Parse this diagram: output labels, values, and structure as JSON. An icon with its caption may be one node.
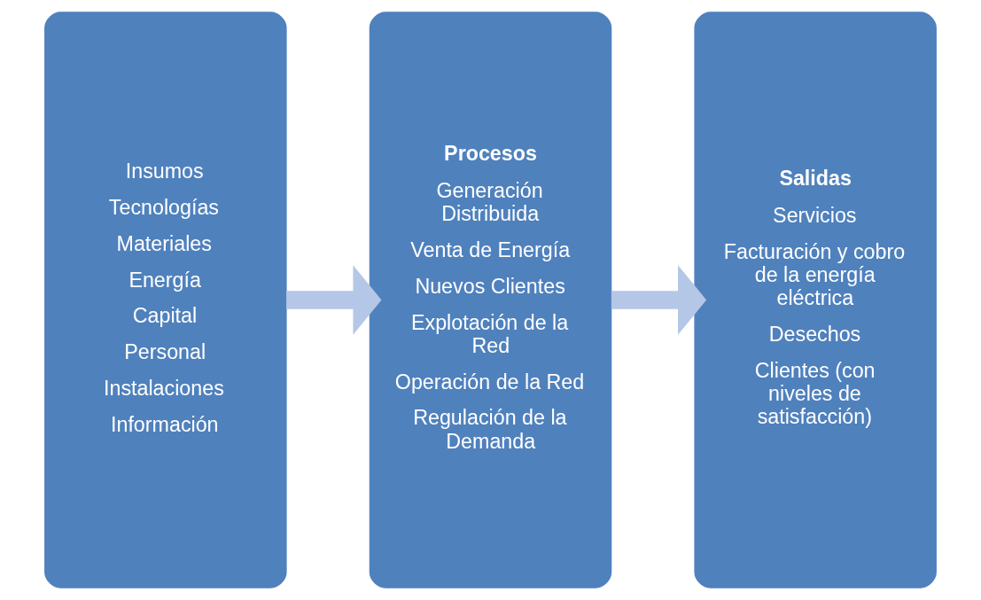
{
  "diagram": {
    "nodes": [
      {
        "text": [
          "Insumos",
          "Tecnologías",
          "Materiales",
          "Energía",
          "Capital",
          "Personal",
          "Instalaciones",
          "Información"
        ]
      },
      {
        "text": [
          "Procesos",
          "Generación Distribuida",
          "Venta de Energía",
          "Nuevos Clientes",
          "Explotación de la Red",
          "Operación de la Red",
          "Regulación de la Demanda"
        ]
      },
      {
        "text": [
          "Salidas",
          "Servicios",
          "Facturación y cobro de la energía eléctrica",
          "Desechos",
          "Clientes (con niveles de satisfacción)"
        ]
      }
    ],
    "edges": [
      {
        "from": 0,
        "to": 1,
        "arrow": "to"
      },
      {
        "from": 1,
        "to": 2,
        "arrow": "to"
      }
    ]
  }
}
